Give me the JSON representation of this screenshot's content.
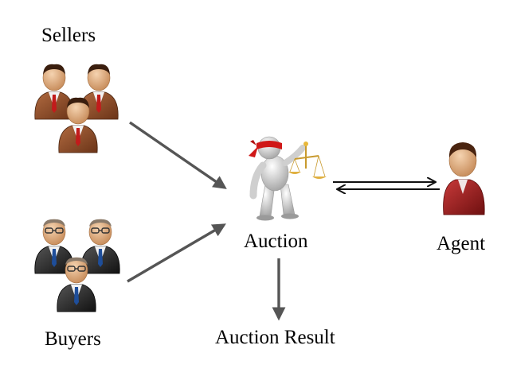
{
  "labels": {
    "sellers": "Sellers",
    "buyers": "Buyers",
    "auction": "Auction",
    "agent": "Agent",
    "auction_result": "Auction Result"
  },
  "icons": {
    "sellers": "seller-group-icon",
    "buyers": "buyer-group-icon",
    "auction": "blindfolded-justice-figure-icon",
    "agent": "agent-person-icon"
  },
  "colors": {
    "seller_suit": "#8B4A2B",
    "buyer_suit": "#2A2A2A",
    "agent_suit": "#A52121",
    "skin": "#E2B48A",
    "arrow": "#555555"
  }
}
